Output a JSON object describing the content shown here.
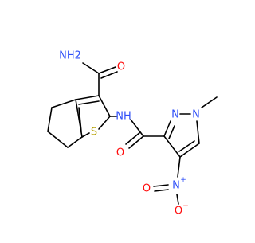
{
  "molecule": {
    "atoms": {
      "amide1_n": "NH2",
      "amide1_o": "O",
      "linker_nh": "NH",
      "thiophene_s": "S",
      "amide2_o": "O",
      "pyrazole_n2": "N",
      "pyrazole_n1": "N",
      "nitro_n": "N",
      "nitro_n_charge": "+",
      "nitro_o1": "O",
      "nitro_o2": "O",
      "nitro_o2_charge": "−"
    },
    "colors": {
      "oxygen": "#ff0d0d",
      "nitrogen": "#3050f8",
      "sulfur": "#b5a000",
      "carbon_bonds": "#000000"
    }
  }
}
